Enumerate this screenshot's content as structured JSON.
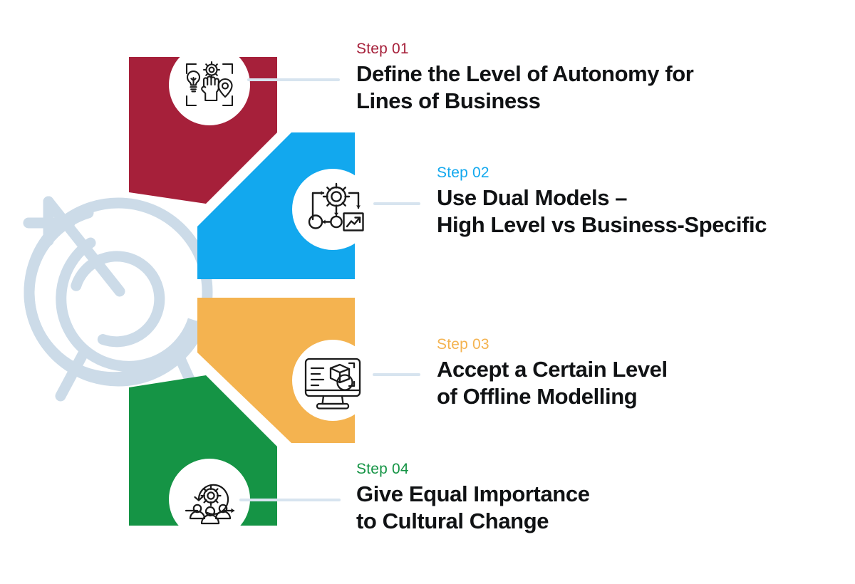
{
  "page": {
    "title": "Four Step Process Infographic",
    "background_color": "#ffffff"
  },
  "palette": {
    "step1": "#a6203a",
    "step2": "#12a8ee",
    "step3": "#f4b350",
    "step4": "#159445",
    "connector": "#d7e4ef",
    "decor": "#ccdbe8",
    "title_text": "#101214",
    "icon_stroke": "#1a1a1a"
  },
  "decor": {
    "name": "target-spiral-arrow-graphic",
    "description": "Light blue-grey concentric spiral target with an arrow passing through it"
  },
  "steps": [
    {
      "kicker": "Step 01",
      "title": "Define the Level of Autonomy for\nLines of Business",
      "color": "#a6203a",
      "icon": "lightbulb-gear-pin-fist-icon"
    },
    {
      "kicker": "Step 02",
      "title": "Use Dual Models –\nHigh Level vs Business-Specific",
      "color": "#12a8ee",
      "icon": "gear-workflow-chart-icon"
    },
    {
      "kicker": "Step 03",
      "title": "Accept a Certain Level\nof Offline Modelling",
      "color": "#f4b350",
      "icon": "monitor-3d-model-icon"
    },
    {
      "kicker": "Step 04",
      "title": "Give Equal Importance\nto Cultural Change",
      "color": "#159445",
      "icon": "refresh-gear-people-icon"
    }
  ]
}
